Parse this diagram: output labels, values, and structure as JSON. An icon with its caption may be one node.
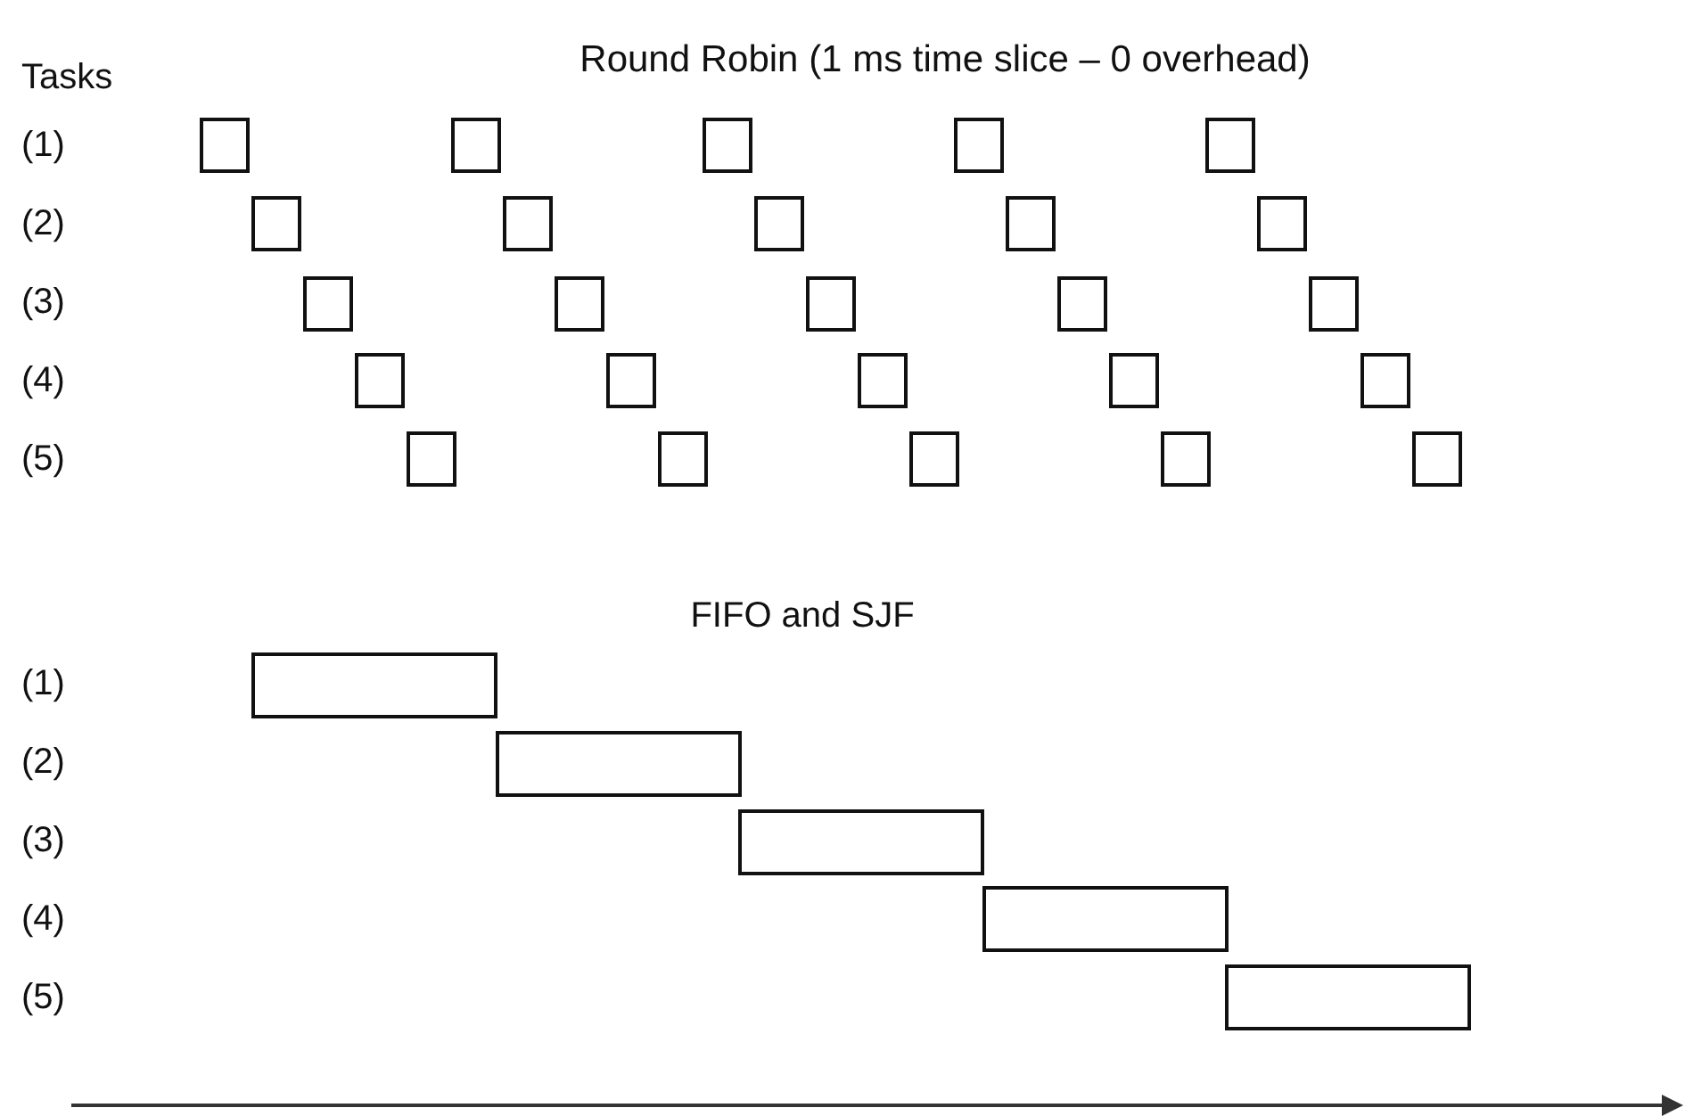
{
  "diagram": {
    "title": "Round Robin (1 ms time slice – 0 overhead)",
    "nodes": [
      {
        "text": [],
        "shape": "box"
      },
      {
        "text": [],
        "shape": "box"
      },
      {
        "text": [],
        "shape": "box"
      },
      {
        "text": [],
        "shape": "box"
      },
      {
        "text": [],
        "shape": "box"
      },
      {
        "text": [],
        "shape": "box"
      },
      {
        "text": [],
        "shape": "box"
      },
      {
        "text": [],
        "shape": "box"
      },
      {
        "text": [],
        "shape": "box"
      },
      {
        "text": [],
        "shape": "box"
      },
      {
        "text": [],
        "shape": "box"
      },
      {
        "text": [],
        "shape": "box"
      },
      {
        "text": [],
        "shape": "box"
      },
      {
        "text": [],
        "shape": "box"
      },
      {
        "text": [],
        "shape": "box"
      },
      {
        "text": [],
        "shape": "box"
      },
      {
        "text": [],
        "shape": "box"
      },
      {
        "text": [],
        "shape": "box"
      },
      {
        "text": [],
        "shape": "box"
      },
      {
        "text": [],
        "shape": "box"
      },
      {
        "text": [],
        "shape": "box"
      },
      {
        "text": [],
        "shape": "box"
      },
      {
        "text": [],
        "shape": "box"
      },
      {
        "text": [],
        "shape": "box"
      },
      {
        "text": [],
        "shape": "box"
      },
      {
        "text": [],
        "shape": "box"
      },
      {
        "text": [],
        "shape": "box"
      },
      {
        "text": [],
        "shape": "box"
      },
      {
        "text": [],
        "shape": "box"
      },
      {
        "text": [],
        "shape": "box"
      }
    ],
    "labels": [
      "Tasks",
      "(1)",
      "(2)",
      "(3)",
      "(4)",
      "(5)",
      "FIFO and SJF",
      "(1)",
      "(2)",
      "(3)",
      "(4)",
      "(5)"
    ]
  }
}
